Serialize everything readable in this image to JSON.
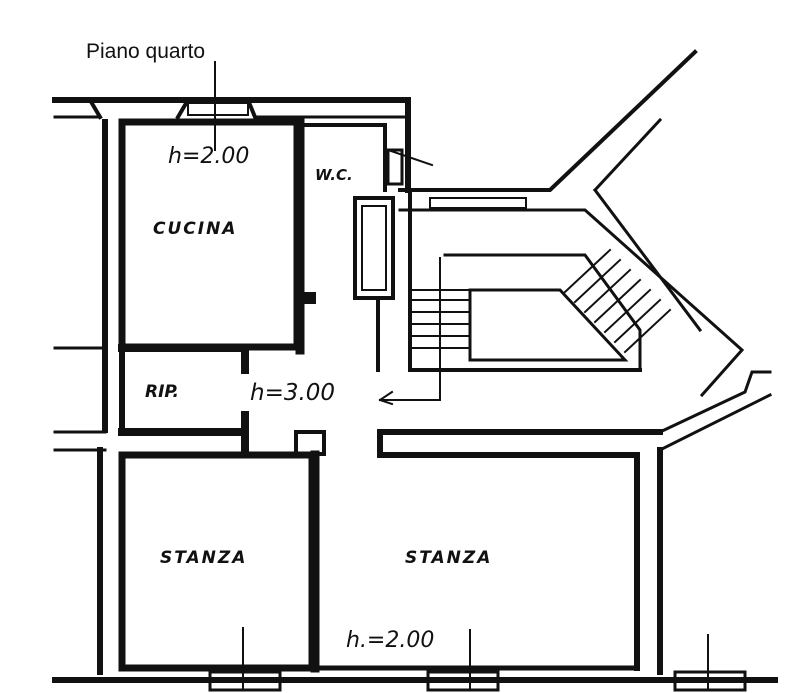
{
  "title": "Piano quarto",
  "rooms": {
    "kitchen": "CUCINA",
    "wc": "W.C.",
    "storage": "RIP.",
    "room_left": "STANZA",
    "room_right": "STANZA"
  },
  "heights": {
    "kitchen": "h=2.00",
    "hall": "h=3.00",
    "room_right": "h.=2.00"
  },
  "colors": {
    "ink": "#111111",
    "paper": "#ffffff"
  }
}
